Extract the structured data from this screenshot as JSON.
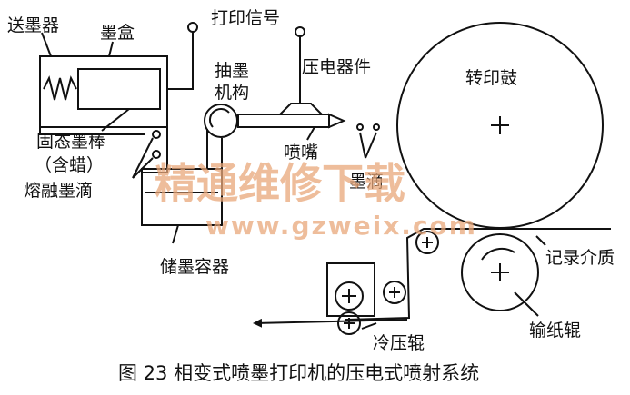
{
  "labels": {
    "ink_feeder": "送墨器",
    "ink_box": "墨盒",
    "print_signal": "打印信号",
    "pump_mech_1": "抽墨",
    "pump_mech_2": "机构",
    "piezo": "压电器件",
    "transfer_drum": "转印鼓",
    "solid_ink_1": "固态墨棒",
    "solid_ink_2": "（含蜡）",
    "molten_ink": "熔融墨滴",
    "nozzle": "喷嘴",
    "ink_drop": "墨滴",
    "ink_reservoir": "储墨容器",
    "media": "记录介质",
    "feed_roller": "输纸辊",
    "cold_press": "冷压辊"
  },
  "caption": "图 23    相变式喷墨打印机的压电式喷射系统",
  "watermark": {
    "cn": "精通维修下载",
    "url": "www.gzweix.com",
    "color": "#e8a77a"
  },
  "colors": {
    "line": "#111111",
    "background": "#ffffff"
  }
}
